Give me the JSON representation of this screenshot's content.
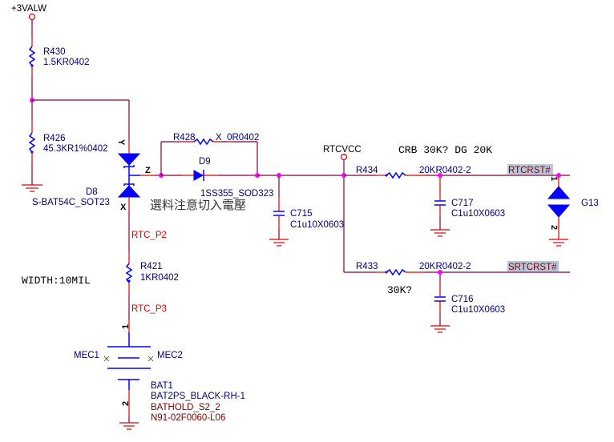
{
  "power": {
    "rail": "+3VALW",
    "rtc": "RTCVCC"
  },
  "components": {
    "R430": {
      "ref": "R430",
      "value": "1.5KR0402"
    },
    "R426": {
      "ref": "R426",
      "value": "45.3KR1%0402"
    },
    "D8": {
      "ref": "D8",
      "value": "S-BAT54C_SOT23",
      "pin_y": "Y",
      "pin_z": "Z",
      "pin_x": "X"
    },
    "R428": {
      "ref": "R428",
      "value": "X_0R0402"
    },
    "D9": {
      "ref": "D9",
      "value": "1SS355_SOD323"
    },
    "C715": {
      "ref": "C715",
      "value": "C1u10X0603"
    },
    "R434": {
      "ref": "R434",
      "value": "20KR0402-2"
    },
    "C717": {
      "ref": "C717",
      "value": "C1u10X0603"
    },
    "G13": {
      "ref": "G13",
      "pin1": "1",
      "pin2": "2"
    },
    "R433": {
      "ref": "R433",
      "value": "20KR0402-2"
    },
    "C716": {
      "ref": "C716",
      "value": "C1u10X0603"
    },
    "R421": {
      "ref": "R421",
      "value": "1KR0402"
    },
    "BAT1": {
      "ref": "BAT1",
      "value": "BAT2PS_BLACK-RH-1",
      "holder": "BATHOLD_S2_2",
      "part": "N91-02F0060-L06",
      "mec1": "MEC1",
      "mec2": "MEC2",
      "pin1": "1",
      "pin2": "2"
    }
  },
  "nets": {
    "rtc_p2": "RTC_P2",
    "rtc_p3": "RTC_P3",
    "rtcrst": "RTCRST#",
    "srtcrst": "SRTCRST#"
  },
  "notes": {
    "crb": "CRB 30K? DG 20K",
    "r433_note": "30K?",
    "width": "WIDTH:10MIL",
    "cjk": "選料注意切入電壓"
  }
}
